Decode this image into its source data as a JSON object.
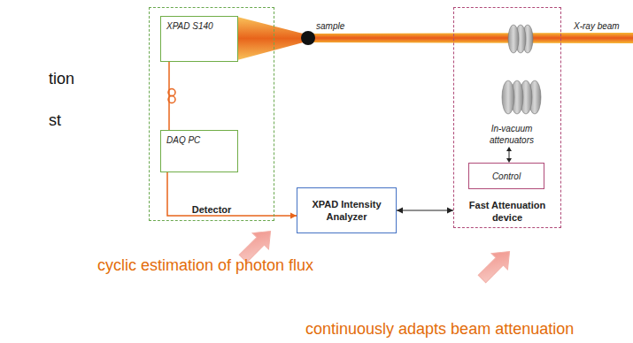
{
  "diagram": {
    "nodes": [
      {
        "text": [
          "Detector"
        ]
      },
      {
        "text": [
          "XPAD S140"
        ],
        "in": 0
      },
      {
        "text": [
          "DAQ PC"
        ],
        "in": 0
      },
      {
        "text": [
          "XPAD Intensity Analyzer"
        ]
      },
      {
        "text": [
          "Fast Attenuation device"
        ]
      },
      {
        "text": [
          "Control"
        ],
        "in": 4
      }
    ],
    "edges": [
      {
        "from": 1,
        "to": 2,
        "arrow": "none"
      },
      {
        "from": 2,
        "to": 3,
        "arrow": "to"
      },
      {
        "from": 3,
        "to": 4,
        "arrow": "both"
      }
    ],
    "labels": [
      "tion",
      "st",
      "sample",
      "X-ray beam",
      "In-vacuum attenuators",
      "cyclic estimation of photon flux",
      "continuously adapts beam attenuation"
    ]
  }
}
